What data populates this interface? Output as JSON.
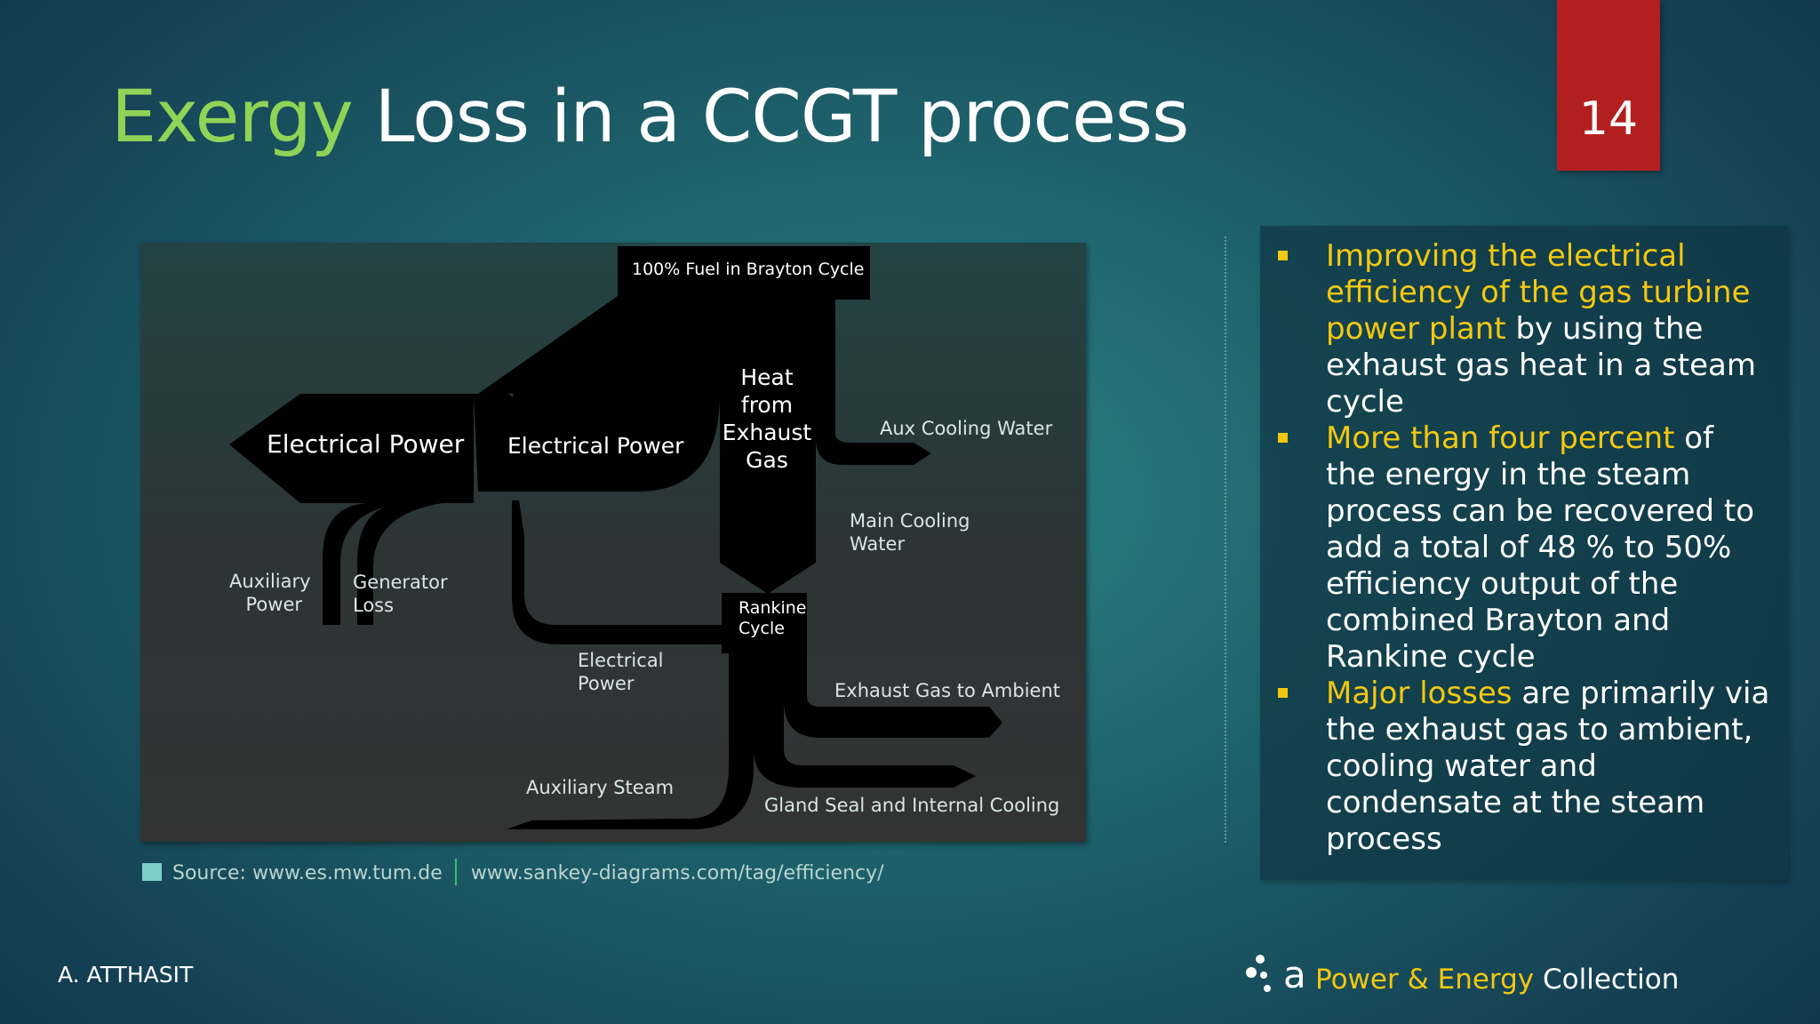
{
  "title": {
    "accent": "Exergy",
    "rest": "Loss in a CCGT process"
  },
  "page_number": "14",
  "diagram": {
    "labels": {
      "fuel": "100% Fuel in Brayton Cycle",
      "heat": "Heat\nfrom\nExhaust\nGas",
      "electrical_power_main": "Electrical Power",
      "electrical_power_gt": "Electrical Power",
      "aux_cooling_water": "Aux Cooling Water",
      "main_cooling_water": "Main Cooling\nWater",
      "auxiliary_power": "Auxiliary\nPower",
      "generator_loss": "Generator\nLoss",
      "rankine_cycle": "Rankine\nCycle",
      "electrical_power_st": "Electrical\nPower",
      "exhaust_gas_to_ambient": "Exhaust Gas to Ambient",
      "auxiliary_steam": "Auxiliary Steam",
      "gland_seal": "Gland Seal and Internal Cooling"
    },
    "colors": {
      "flow": "#000000",
      "background": "#333333"
    }
  },
  "source": {
    "text1": "Source: www.es.mw.tum.de",
    "text2": "www.sankey-diagrams.com/tag/efficiency/"
  },
  "bullets": [
    {
      "highlight": "Improving the electrical efficiency of the gas turbine power plant",
      "text": " by using the exhaust gas heat in a steam cycle"
    },
    {
      "highlight": "More than four percent",
      "text": " of the energy in the steam process can be recovered to add a total of 48 % to 50% efficiency output of the combined Brayton and Rankine cycle"
    },
    {
      "highlight": "Major losses",
      "text": " are primarily via the exhaust gas to ambient, cooling water and condensate at the steam process"
    }
  ],
  "footer": {
    "author": "A. ATTHASIT",
    "logo_letter": "a",
    "brand_highlight": "Power & Energy",
    "brand_rest": "Collection"
  },
  "colors": {
    "accent_green": "#8fd457",
    "accent_yellow": "#f2c811",
    "page_red": "#b31f1f"
  }
}
